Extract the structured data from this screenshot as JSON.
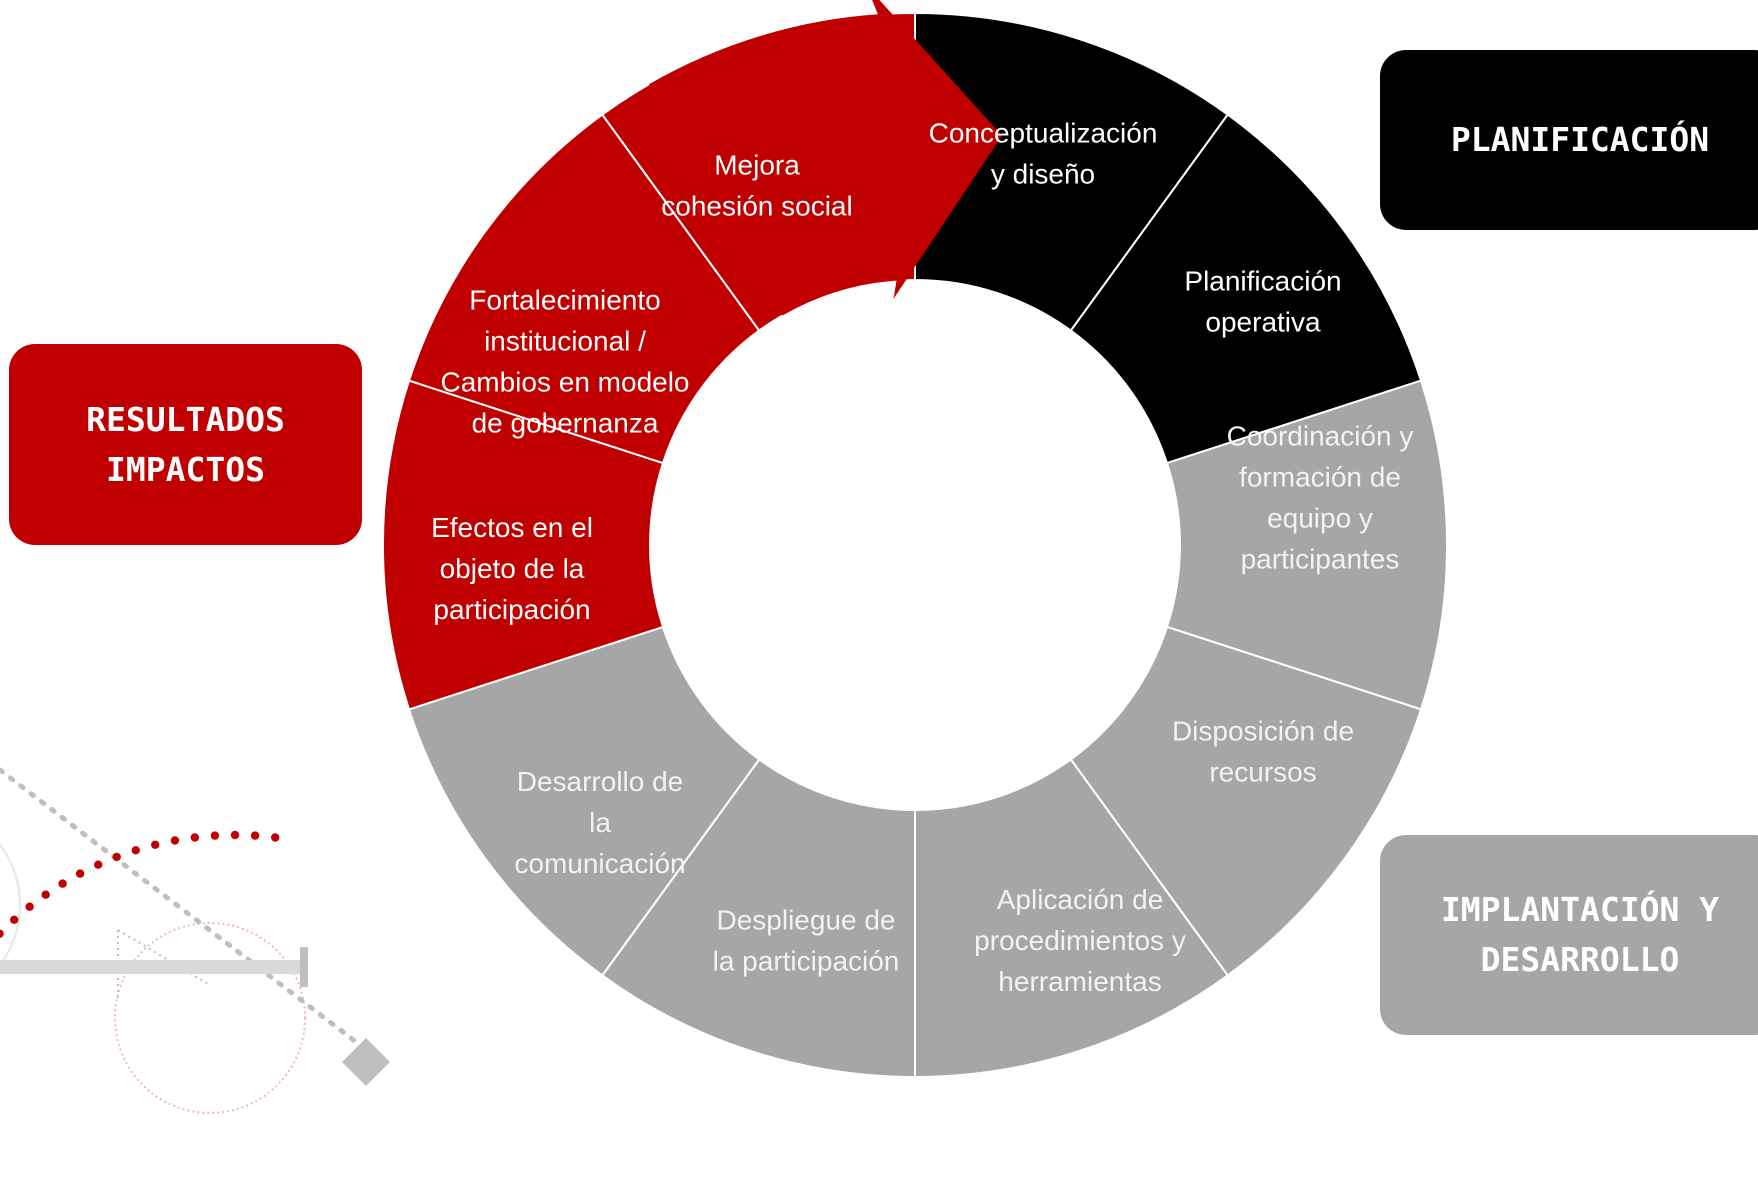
{
  "colors": {
    "red": "#c00000",
    "black": "#000000",
    "gray": "#a6a6a6",
    "label_white": "#ffffff",
    "label_on_gray": "#f2f2f2",
    "decor_gray": "#bfbfbf",
    "decor_red": "#c00000"
  },
  "phases": {
    "planificacion": {
      "label": "PLANIFICACIÓN",
      "color": "#000000"
    },
    "resultados": {
      "label": "RESULTADOS\nIMPACTOS",
      "color": "#c00000"
    },
    "implantacion": {
      "label": "IMPLANTACIÓN Y\nDESARROLLO",
      "color": "#a6a6a6"
    }
  },
  "cycle": {
    "segments": [
      {
        "id": "conceptualizacion",
        "phase": "planificacion",
        "lines": [
          "Conceptualización",
          "y diseño"
        ]
      },
      {
        "id": "planificacion-operativa",
        "phase": "planificacion",
        "lines": [
          "Planificación",
          "operativa"
        ]
      },
      {
        "id": "coordinacion",
        "phase": "implantacion",
        "lines": [
          "Coordinación y",
          "formación de",
          "equipo y",
          "participantes"
        ]
      },
      {
        "id": "disposicion-recursos",
        "phase": "implantacion",
        "lines": [
          "Disposición de",
          "recursos"
        ]
      },
      {
        "id": "aplicacion",
        "phase": "implantacion",
        "lines": [
          "Aplicación de",
          "procedimientos y",
          "herramientas"
        ]
      },
      {
        "id": "despliegue",
        "phase": "implantacion",
        "lines": [
          "Despliegue de",
          "la participación"
        ]
      },
      {
        "id": "desarrollo-comunicacion",
        "phase": "implantacion",
        "lines": [
          "Desarrollo de",
          "la",
          "comunicación"
        ]
      },
      {
        "id": "efectos",
        "phase": "resultados",
        "lines": [
          "Efectos en el",
          "objeto de la",
          "participación"
        ]
      },
      {
        "id": "fortalecimiento",
        "phase": "resultados",
        "lines": [
          "Fortalecimiento",
          "institucional /",
          "Cambios en modelo",
          "de gobernanza"
        ]
      },
      {
        "id": "cohesion",
        "phase": "resultados",
        "lines": [
          "Mejora",
          "cohesión social"
        ]
      }
    ]
  }
}
